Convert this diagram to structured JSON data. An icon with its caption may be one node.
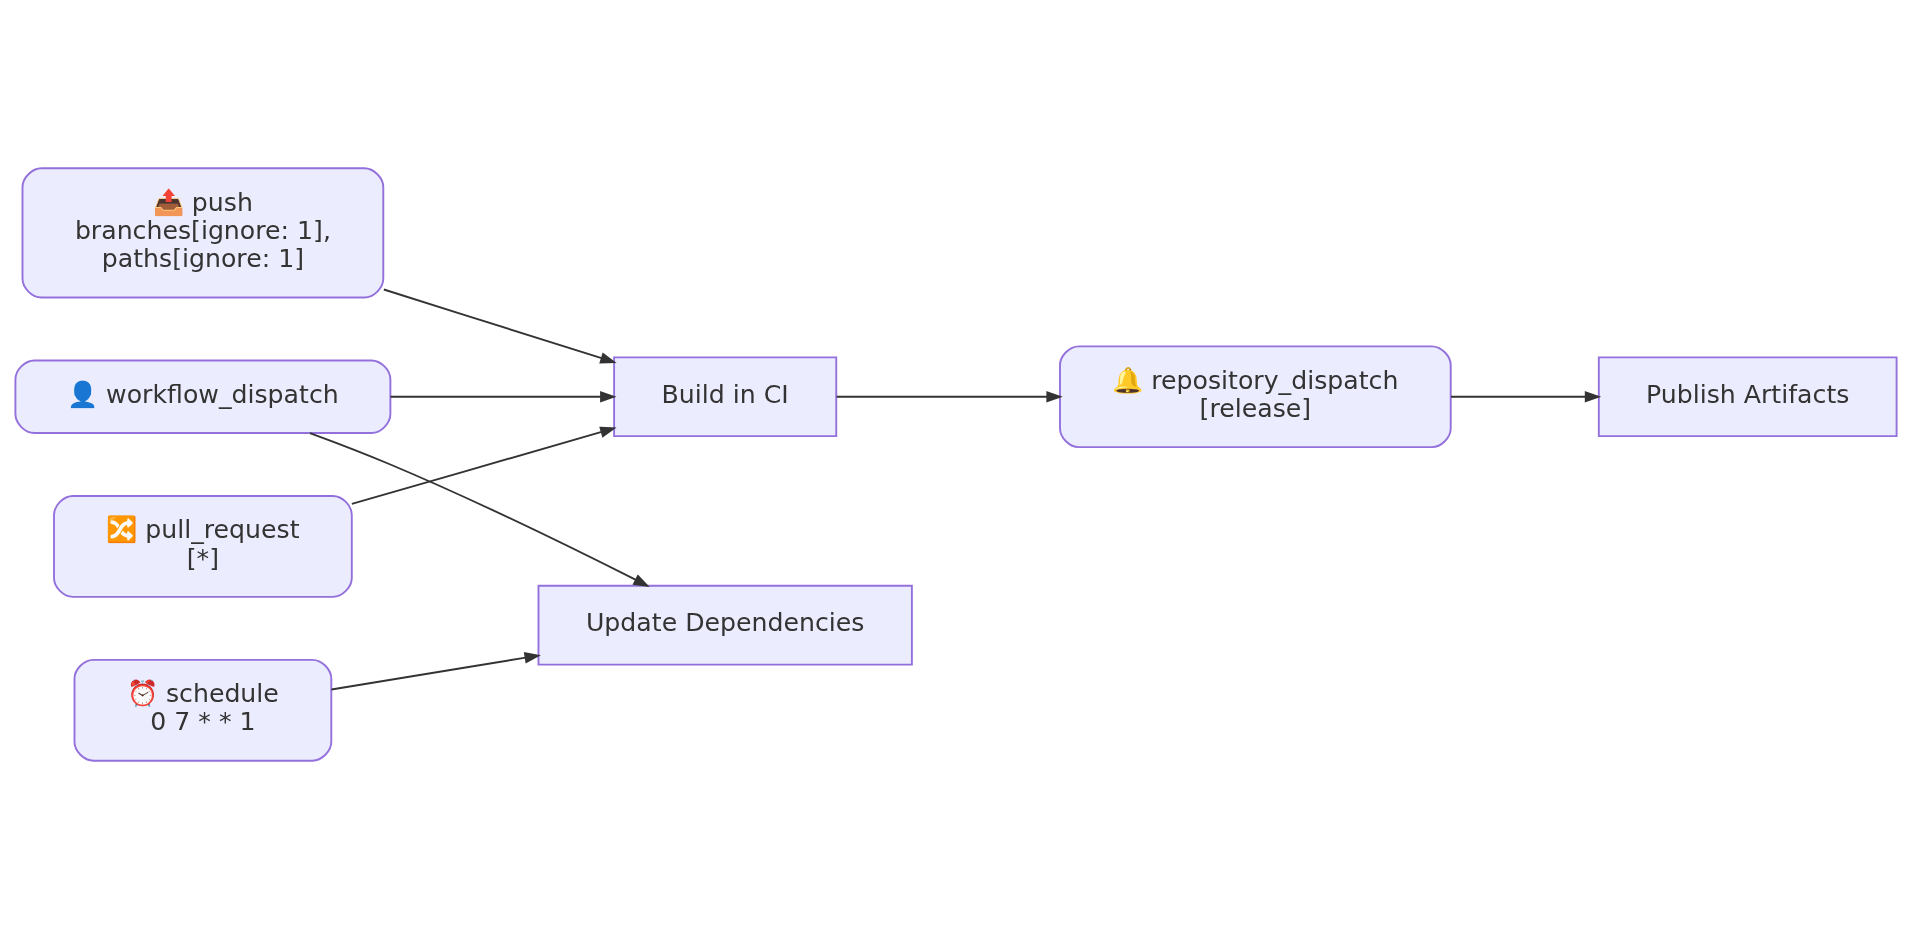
{
  "diagram": {
    "nodes": [
      {
        "text": [
          "📤 push",
          "branches[ignore: 1],",
          "paths[ignore: 1]"
        ]
      },
      {
        "text": [
          "👤 workflow_dispatch"
        ]
      },
      {
        "text": [
          "🔀 pull_request",
          "[*]"
        ]
      },
      {
        "text": [
          "⏰ schedule",
          "0 7 * * 1"
        ]
      },
      {
        "text": [
          "Build in CI"
        ]
      },
      {
        "text": [
          "Update Dependencies"
        ]
      },
      {
        "text": [
          "🔔 repository_dispatch",
          "[release]"
        ]
      },
      {
        "text": [
          "Publish Artifacts"
        ]
      }
    ],
    "edges": [
      {
        "from": 0,
        "to": 4,
        "arrow": "to"
      },
      {
        "from": 1,
        "to": 4,
        "arrow": "to"
      },
      {
        "from": 1,
        "to": 5,
        "arrow": "to"
      },
      {
        "from": 2,
        "to": 4,
        "arrow": "to"
      },
      {
        "from": 3,
        "to": 5,
        "arrow": "to"
      },
      {
        "from": 4,
        "to": 6,
        "arrow": "to"
      },
      {
        "from": 6,
        "to": 7,
        "arrow": "to"
      }
    ]
  }
}
